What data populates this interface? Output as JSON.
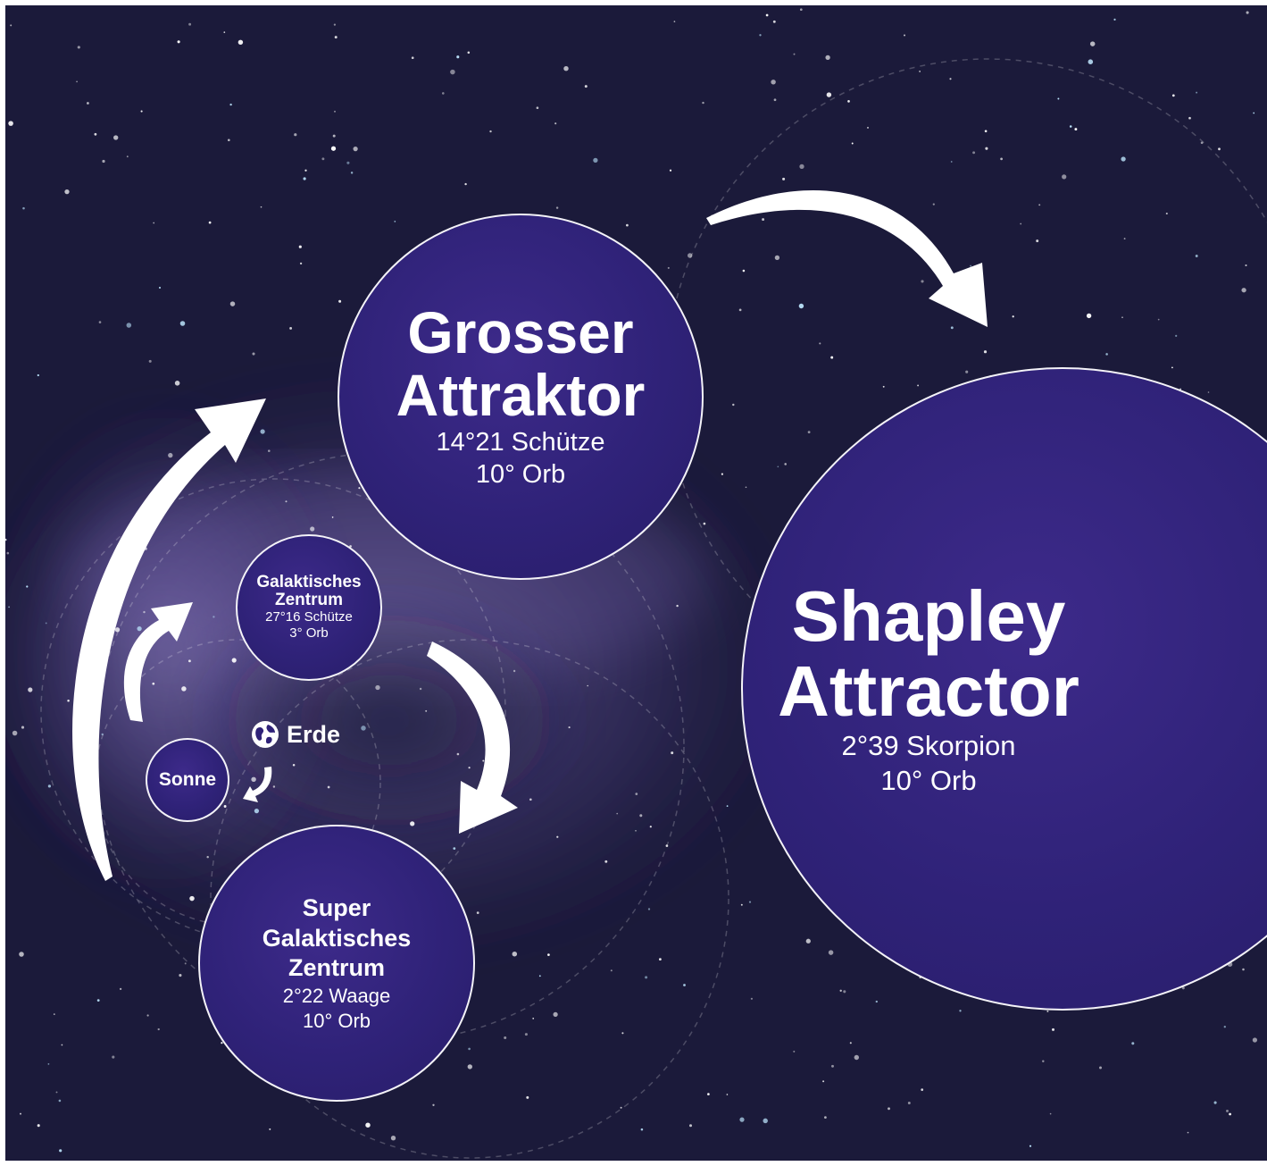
{
  "colors": {
    "background": "#1a1838",
    "node_fill": "#2f2278",
    "nebula": "#8f7fc4",
    "arrow": "#ffffff"
  },
  "nodes": {
    "grosser": {
      "name": "Grosser\nAttraktor",
      "position": "14°21 Schütze",
      "orb": "10° Orb"
    },
    "shapley": {
      "name": "Shapley\nAttractor",
      "position": "2°39 Skorpion",
      "orb": "10° Orb"
    },
    "galaktisch": {
      "name": "Galaktisches\nZentrum",
      "position": "27°16 Schütze",
      "orb": "3° Orb"
    },
    "sonne": {
      "name": "Sonne"
    },
    "super": {
      "name": "Super\nGalaktisches\nZentrum",
      "position": "2°22 Waage",
      "orb": "10° Orb"
    }
  },
  "erde": {
    "label": "Erde",
    "icon": "globe-icon"
  }
}
